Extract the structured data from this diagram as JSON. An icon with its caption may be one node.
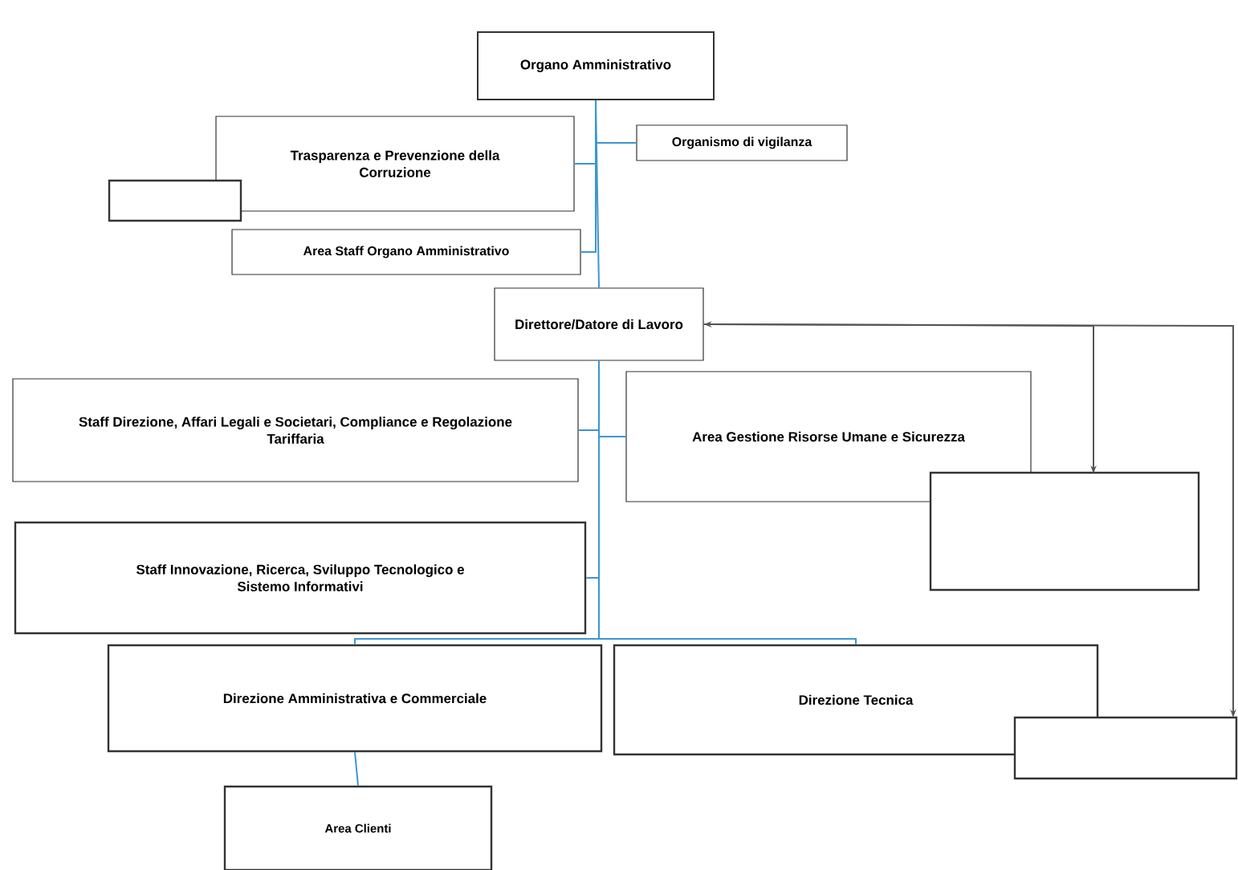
{
  "diagram": {
    "nodes": [
      {
        "text": [
          "Organo Amministrativo"
        ]
      },
      {
        "text": [
          "Organismo di vigilanza"
        ]
      },
      {
        "text": [
          "Trasparenza e Prevenzione della Corruzione"
        ]
      },
      {
        "text": [],
        "shape": "box"
      },
      {
        "text": [
          "Area Staff Organo Amministrativo"
        ]
      },
      {
        "text": [
          "Direttore/Datore di Lavoro"
        ]
      },
      {
        "text": [
          "Staff Direzione, Affari Legali e Societari, Compliance e Regolazione Tariffaria"
        ]
      },
      {
        "text": [
          "Area Gestione Risorse Umane  e Sicurezza"
        ]
      },
      {
        "text": [],
        "shape": "box"
      },
      {
        "text": [
          "Staff Innovazione, Ricerca, Sviluppo Tecnologico e Sistemo Informativi"
        ]
      },
      {
        "text": [
          "Direzione Amministrativa e Commerciale"
        ]
      },
      {
        "text": [
          "Direzione Tecnica"
        ]
      },
      {
        "text": [],
        "shape": "box"
      },
      {
        "text": [
          "Area Clienti"
        ]
      }
    ],
    "edges": [
      {
        "from": 0,
        "to": 1,
        "arrow": "none"
      },
      {
        "from": 0,
        "to": 2,
        "arrow": "none"
      },
      {
        "from": 0,
        "to": 4,
        "arrow": "none"
      },
      {
        "from": 0,
        "to": 5,
        "arrow": "none"
      },
      {
        "from": 5,
        "to": 6,
        "arrow": "none"
      },
      {
        "from": 5,
        "to": 7,
        "arrow": "none"
      },
      {
        "from": 5,
        "to": 9,
        "arrow": "none"
      },
      {
        "from": 5,
        "to": 10,
        "arrow": "none"
      },
      {
        "from": 5,
        "to": 11,
        "arrow": "none"
      },
      {
        "from": 10,
        "to": 13,
        "arrow": "none"
      },
      {
        "from": 5,
        "to": 8,
        "arrow": "to",
        "color": "#555555"
      },
      {
        "from": 5,
        "to": 12,
        "arrow": "both",
        "color": "#555555"
      }
    ]
  }
}
